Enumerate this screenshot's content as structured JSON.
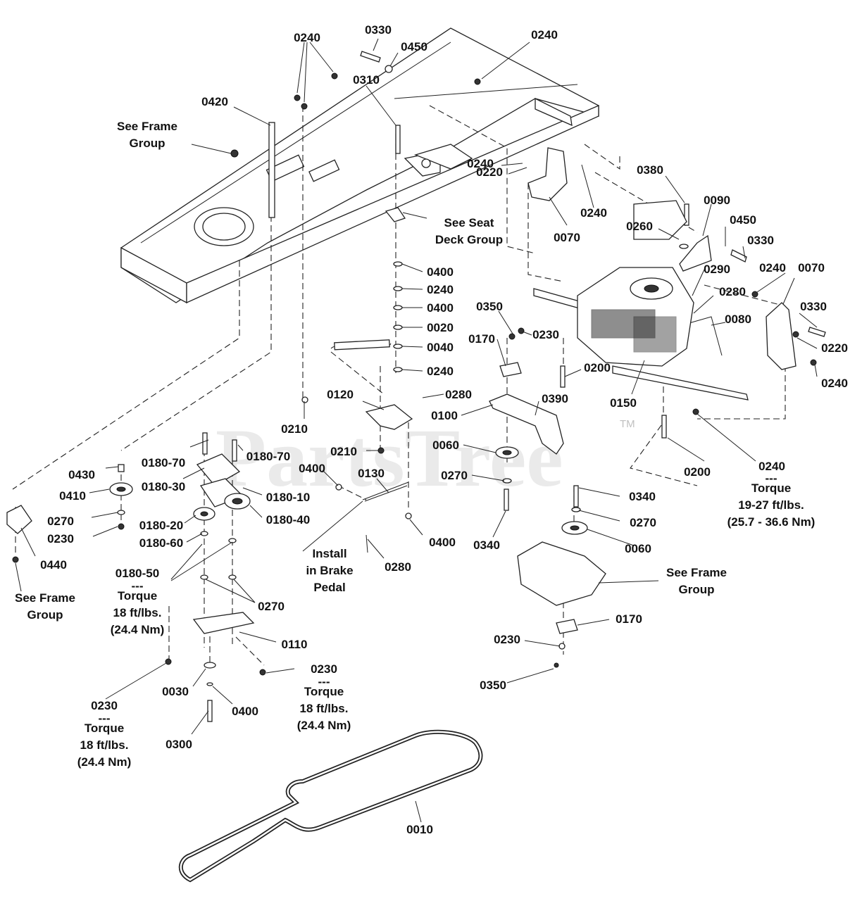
{
  "diagram": {
    "watermark": "PartsTree",
    "watermark_mark": "TM",
    "parts": [
      {
        "id": "p0240a",
        "text": "0240"
      },
      {
        "id": "p0330a",
        "text": "0330"
      },
      {
        "id": "p0450a",
        "text": "0450"
      },
      {
        "id": "p0240b",
        "text": "0240"
      },
      {
        "id": "p0420",
        "text": "0420"
      },
      {
        "id": "p0310",
        "text": "0310"
      },
      {
        "id": "p0240c",
        "text": "0240"
      },
      {
        "id": "p0220a",
        "text": "0220"
      },
      {
        "id": "p0240d",
        "text": "0240"
      },
      {
        "id": "p0070a",
        "text": "0070"
      },
      {
        "id": "p0380",
        "text": "0380"
      },
      {
        "id": "p0090",
        "text": "0090"
      },
      {
        "id": "p0260",
        "text": "0260"
      },
      {
        "id": "p0450b",
        "text": "0450"
      },
      {
        "id": "p0330b",
        "text": "0330"
      },
      {
        "id": "p0240e",
        "text": "0240"
      },
      {
        "id": "p0070b",
        "text": "0070"
      },
      {
        "id": "p0290",
        "text": "0290"
      },
      {
        "id": "p0280a",
        "text": "0280"
      },
      {
        "id": "p0330c",
        "text": "0330"
      },
      {
        "id": "p0080",
        "text": "0080"
      },
      {
        "id": "p0220b",
        "text": "0220"
      },
      {
        "id": "p0240f",
        "text": "0240"
      },
      {
        "id": "p0400a",
        "text": "0400"
      },
      {
        "id": "p0240g",
        "text": "0240"
      },
      {
        "id": "p0400b",
        "text": "0400"
      },
      {
        "id": "p0020",
        "text": "0020"
      },
      {
        "id": "p0040",
        "text": "0040"
      },
      {
        "id": "p0240h",
        "text": "0240"
      },
      {
        "id": "p0350a",
        "text": "0350"
      },
      {
        "id": "p0230a",
        "text": "0230"
      },
      {
        "id": "p0170a",
        "text": "0170"
      },
      {
        "id": "p0200a",
        "text": "0200"
      },
      {
        "id": "p0150",
        "text": "0150"
      },
      {
        "id": "p0120",
        "text": "0120"
      },
      {
        "id": "p0280b",
        "text": "0280"
      },
      {
        "id": "p0390",
        "text": "0390"
      },
      {
        "id": "p0100",
        "text": "0100"
      },
      {
        "id": "p0210a",
        "text": "0210"
      },
      {
        "id": "p0210b",
        "text": "0210"
      },
      {
        "id": "p0060a",
        "text": "0060"
      },
      {
        "id": "p0200b",
        "text": "0200"
      },
      {
        "id": "p0240i",
        "text": "0240"
      },
      {
        "id": "p0180-70a",
        "text": "0180-70"
      },
      {
        "id": "p0180-70b",
        "text": "0180-70"
      },
      {
        "id": "p0430",
        "text": "0430"
      },
      {
        "id": "p0180-30",
        "text": "0180-30"
      },
      {
        "id": "p0400c",
        "text": "0400"
      },
      {
        "id": "p0130",
        "text": "0130"
      },
      {
        "id": "p0270a",
        "text": "0270"
      },
      {
        "id": "p0410",
        "text": "0410"
      },
      {
        "id": "p0180-10",
        "text": "0180-10"
      },
      {
        "id": "p0180-40",
        "text": "0180-40"
      },
      {
        "id": "p0270b",
        "text": "0270"
      },
      {
        "id": "p0180-20",
        "text": "0180-20"
      },
      {
        "id": "p0230b",
        "text": "0230"
      },
      {
        "id": "p0180-60",
        "text": "0180-60"
      },
      {
        "id": "p0440",
        "text": "0440"
      },
      {
        "id": "p0180-50",
        "text": "0180-50"
      },
      {
        "id": "p0400d",
        "text": "0400"
      },
      {
        "id": "p0340a",
        "text": "0340"
      },
      {
        "id": "p0280c",
        "text": "0280"
      },
      {
        "id": "p0340b",
        "text": "0340"
      },
      {
        "id": "p0270c",
        "text": "0270"
      },
      {
        "id": "p0060b",
        "text": "0060"
      },
      {
        "id": "p0270d",
        "text": "0270"
      },
      {
        "id": "p0110",
        "text": "0110"
      },
      {
        "id": "p0170b",
        "text": "0170"
      },
      {
        "id": "p0230c",
        "text": "0230"
      },
      {
        "id": "p0230d",
        "text": "0230"
      },
      {
        "id": "p0030",
        "text": "0030"
      },
      {
        "id": "p0350b",
        "text": "0350"
      },
      {
        "id": "p0400e",
        "text": "0400"
      },
      {
        "id": "p0230e",
        "text": "0230"
      },
      {
        "id": "p0300",
        "text": "0300"
      },
      {
        "id": "p0010",
        "text": "0010"
      }
    ],
    "notes": [
      {
        "id": "see-frame-group-top",
        "lines": [
          "See Frame",
          "Group"
        ]
      },
      {
        "id": "see-seat-deck-group",
        "lines": [
          "See Seat",
          "Deck Group"
        ]
      },
      {
        "id": "torque-0240",
        "lines": [
          "Torque",
          "19-27 ft/lbs.",
          "(25.7 - 36.6 Nm)"
        ],
        "sep": "---"
      },
      {
        "id": "install-brake-pedal",
        "lines": [
          "Install",
          "in Brake",
          "Pedal"
        ]
      },
      {
        "id": "see-frame-group-left",
        "lines": [
          "See Frame",
          "Group"
        ]
      },
      {
        "id": "see-frame-group-right",
        "lines": [
          "See Frame",
          "Group"
        ]
      },
      {
        "id": "torque-0180-50",
        "lines": [
          "Torque",
          "18 ft/lbs.",
          "(24.4 Nm)"
        ],
        "sep": "---"
      },
      {
        "id": "torque-0230-center",
        "lines": [
          "Torque",
          "18 ft/lbs.",
          "(24.4 Nm)"
        ],
        "sep": "---"
      },
      {
        "id": "torque-0230-left",
        "lines": [
          "Torque",
          "18 ft/lbs.",
          "(24.4 Nm)"
        ],
        "sep": "---"
      }
    ]
  }
}
